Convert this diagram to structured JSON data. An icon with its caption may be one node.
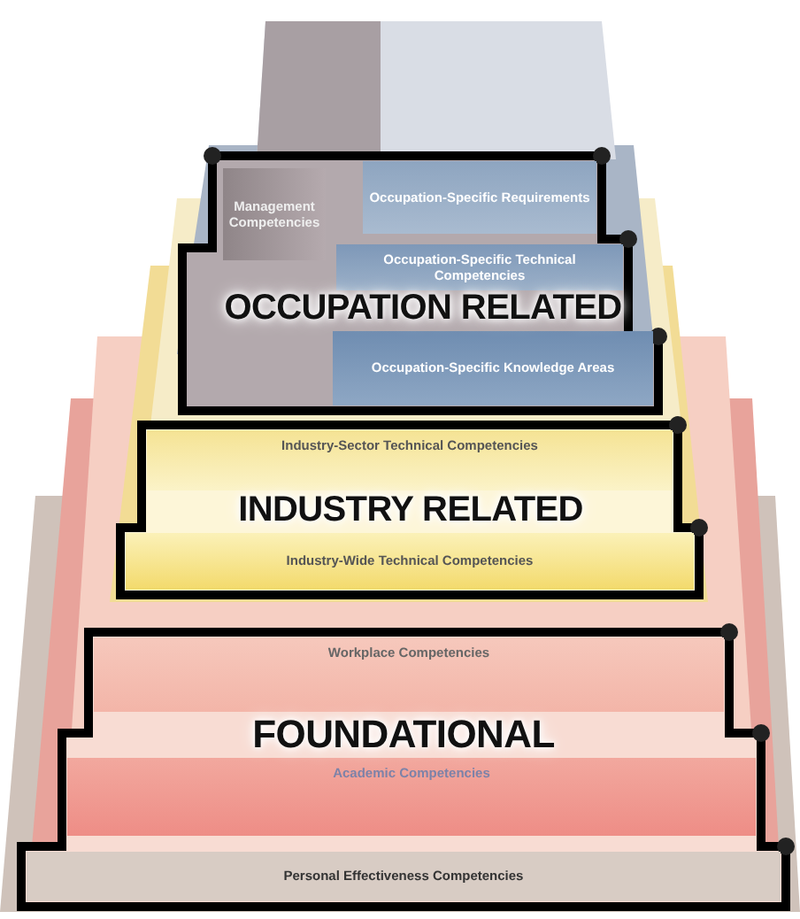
{
  "diagram": {
    "nodes": [
      {
        "text": [
          "OCCUPATION RELATED"
        ]
      },
      {
        "text": [
          "Management Competencies"
        ],
        "in": 0
      },
      {
        "text": [
          "Occupation-Specific Requirements"
        ],
        "in": 0
      },
      {
        "text": [
          "Occupation-Specific Technical Competencies"
        ],
        "in": 0
      },
      {
        "text": [
          "Occupation-Specific Knowledge Areas"
        ],
        "in": 0
      },
      {
        "text": [
          "INDUSTRY RELATED"
        ]
      },
      {
        "text": [
          "Industry-Sector Technical Competencies"
        ],
        "in": 5
      },
      {
        "text": [
          "Industry-Wide Technical Competencies"
        ],
        "in": 5
      },
      {
        "text": [
          "FOUNDATIONAL"
        ]
      },
      {
        "text": [
          "Workplace Competencies"
        ],
        "in": 8
      },
      {
        "text": [
          "Academic Competencies"
        ],
        "in": 8
      },
      {
        "text": [
          "Personal Effectiveness Competencies"
        ],
        "in": 8
      }
    ]
  }
}
